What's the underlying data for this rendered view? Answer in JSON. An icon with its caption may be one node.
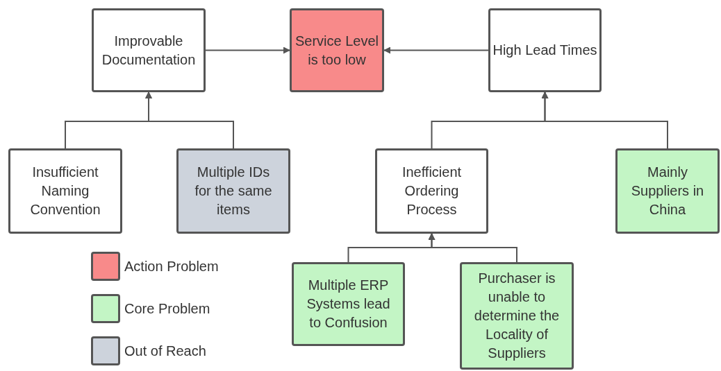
{
  "diagram": {
    "nodes": [
      {
        "text": [
          "Improvable Documentation"
        ]
      },
      {
        "text": [
          "Service Level is too low"
        ]
      },
      {
        "text": [
          "High Lead Times"
        ]
      },
      {
        "text": [
          "Insufficient Naming Convention"
        ]
      },
      {
        "text": [
          "Multiple IDs for the same items"
        ]
      },
      {
        "text": [
          "Inefficient Ordering Process"
        ]
      },
      {
        "text": [
          "Mainly Suppliers in China"
        ]
      },
      {
        "text": [
          "Multiple ERP Systems lead to Confusion"
        ]
      },
      {
        "text": [
          "Purchaser is unable to determine the Locality of Suppliers"
        ]
      }
    ],
    "edges": [
      {
        "from": 0,
        "to": 1,
        "arrow": "to"
      },
      {
        "from": 2,
        "to": 1,
        "arrow": "to"
      },
      {
        "from": 3,
        "to": 0,
        "arrow": "to"
      },
      {
        "from": 4,
        "to": 0,
        "arrow": "to"
      },
      {
        "from": 5,
        "to": 2,
        "arrow": "to"
      },
      {
        "from": 6,
        "to": 2,
        "arrow": "to"
      },
      {
        "from": 7,
        "to": 5,
        "arrow": "to"
      },
      {
        "from": 8,
        "to": 5,
        "arrow": "to"
      }
    ],
    "legend": [
      {
        "text": "Action Problem",
        "color": "#f88a8a"
      },
      {
        "text": "Core Problem",
        "color": "#c3f5c5"
      },
      {
        "text": "Out of Reach",
        "color": "#cdd3dc"
      }
    ]
  }
}
